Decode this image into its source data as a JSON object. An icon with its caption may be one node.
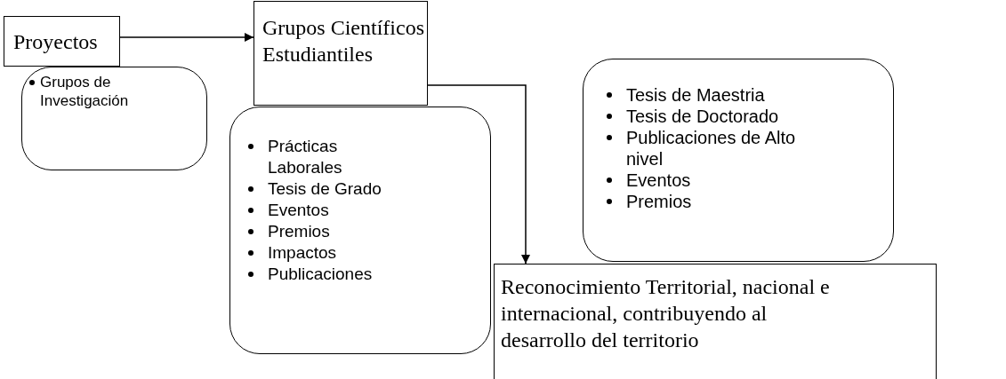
{
  "diagram": {
    "nodes": [
      {
        "text": [
          "Proyectos"
        ]
      },
      {
        "text": [
          "Grupos de Investigación"
        ]
      },
      {
        "text": [
          "Grupos Científicos Estudiantiles"
        ]
      },
      {
        "text": [
          "Prácticas Laborales",
          "Tesis de Grado",
          "Eventos",
          "Premios",
          "Impactos",
          "Publicaciones"
        ]
      },
      {
        "text": [
          "Tesis de Maestria",
          "Tesis de Doctorado",
          "Publicaciones de Alto nivel",
          "Eventos",
          "Premios"
        ]
      },
      {
        "text": [
          "Reconocimiento Territorial, nacional e internacional, contribuyendo al desarrollo del territorio"
        ]
      }
    ],
    "edges": [
      {
        "from": 0,
        "to": 2,
        "arrow": "to"
      },
      {
        "from": 2,
        "to": 5,
        "arrow": "to"
      }
    ]
  }
}
